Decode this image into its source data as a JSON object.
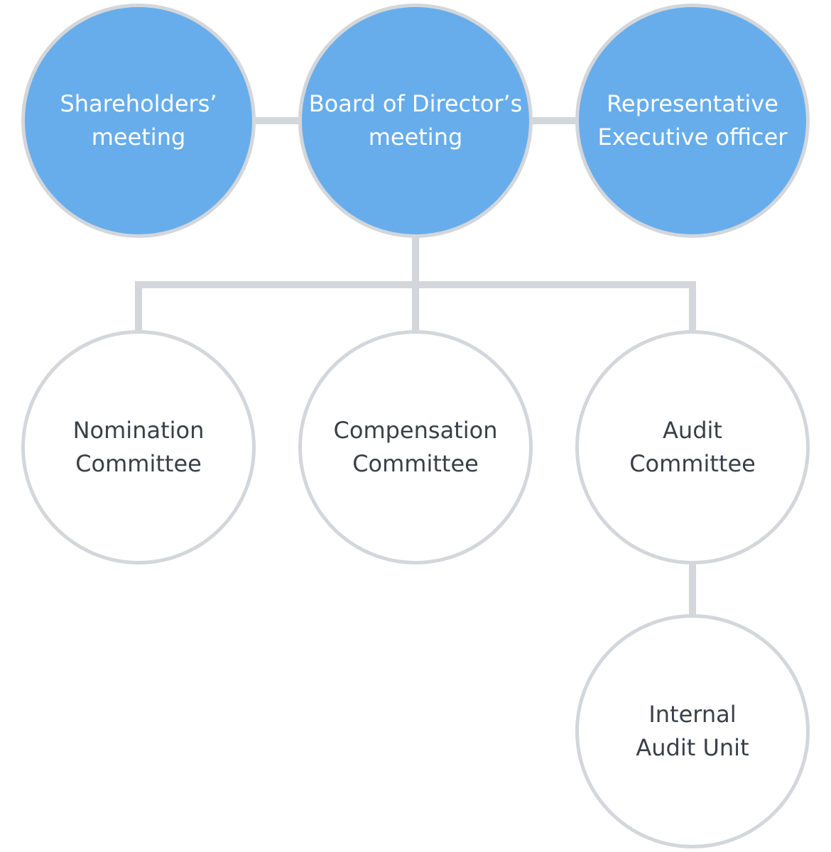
{
  "colors": {
    "filled_node": "#67adeb",
    "node_border": "#d3d6da",
    "connector": "#d3d6da",
    "filled_text": "#ffffff",
    "outline_text": "#3a3f47"
  },
  "nodes": {
    "shareholders": {
      "line1": "Shareholders’",
      "line2": "meeting"
    },
    "board": {
      "line1": "Board of Director’s",
      "line2": "meeting"
    },
    "representative": {
      "line1": "Representative",
      "line2": "Executive officer"
    },
    "nomination": {
      "line1": "Nomination",
      "line2": "Committee"
    },
    "compensation": {
      "line1": "Compensation",
      "line2": "Committee"
    },
    "audit": {
      "line1": "Audit",
      "line2": "Committee"
    },
    "internal_audit": {
      "line1": "Internal",
      "line2": "Audit Unit"
    }
  }
}
